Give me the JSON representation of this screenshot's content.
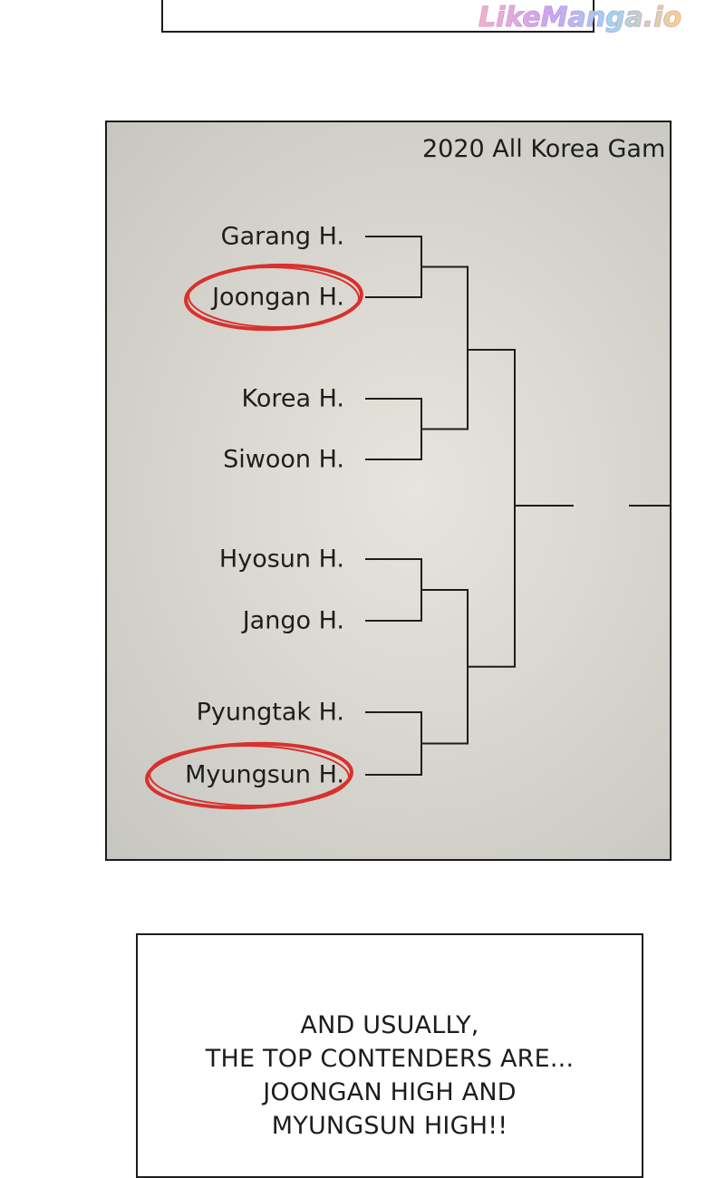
{
  "watermark": "LikeManga.io",
  "bracket": {
    "title": "2020 All Korea Gam",
    "teams": [
      {
        "name": "Garang H.",
        "circled": false
      },
      {
        "name": "Joongan H.",
        "circled": true
      },
      {
        "name": "Korea H.",
        "circled": false
      },
      {
        "name": "Siwoon H.",
        "circled": false
      },
      {
        "name": "Hyosun H.",
        "circled": false
      },
      {
        "name": "Jango H.",
        "circled": false
      },
      {
        "name": "Pyungtak H.",
        "circled": false
      },
      {
        "name": "Myungsun H.",
        "circled": true
      }
    ],
    "ring_color": "#d8312e",
    "line_color": "#1d1d1d"
  },
  "caption": {
    "lines": [
      "AND USUALLY,",
      "THE TOP CONTENDERS ARE...",
      "JOONGAN HIGH AND",
      "MYUNGSUN HIGH!!"
    ]
  }
}
